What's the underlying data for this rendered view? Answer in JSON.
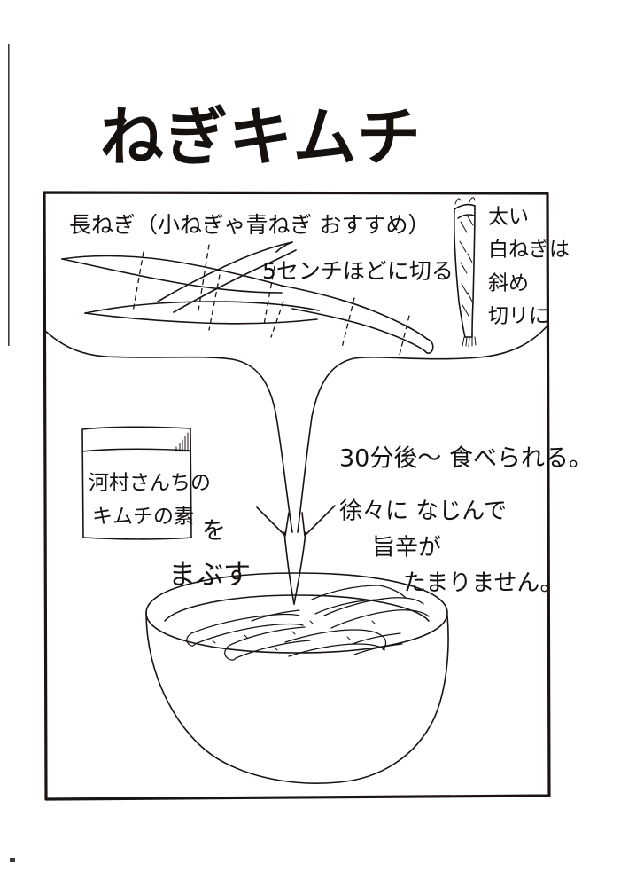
{
  "document": {
    "kind": "hand-drawn-recipe-illustration",
    "title": "ねぎキムチ",
    "language": "ja"
  },
  "title": {
    "text": "ねぎキムチ",
    "romaji_meaning": "Negi Kimchi"
  },
  "panel_top": {
    "ingredient_label": "長ねぎ（小ねぎゃ青ねぎ おすすめ）",
    "cut_instruction": "5センチほどに切る",
    "thick_leek_note_line1": "太い",
    "thick_leek_note_line2": "白ねぎは",
    "thick_leek_note_line3": "斜め",
    "thick_leek_note_line4": "切リに",
    "leek_drawing_name": "long-green-onion",
    "thick_leek_drawing_name": "thick-white-leek-stalk"
  },
  "panel_bottom": {
    "package_line1": "河村さんちの",
    "package_line2": "キムチの素",
    "action_particle": "を",
    "action_verb": "まぶす",
    "timing_note": "30分後〜 食べられる。",
    "taste_note_line1": "徐々に なじんで",
    "taste_note_line2": "旨辛が",
    "taste_note_line3": "たまりません。",
    "bowl_drawing_name": "bowl-of-kimchi",
    "arrow_name": "funnel-arrow-down"
  },
  "colors": {
    "ink": "#181311",
    "paper": "#ffffff",
    "frame": "#1a1513"
  }
}
